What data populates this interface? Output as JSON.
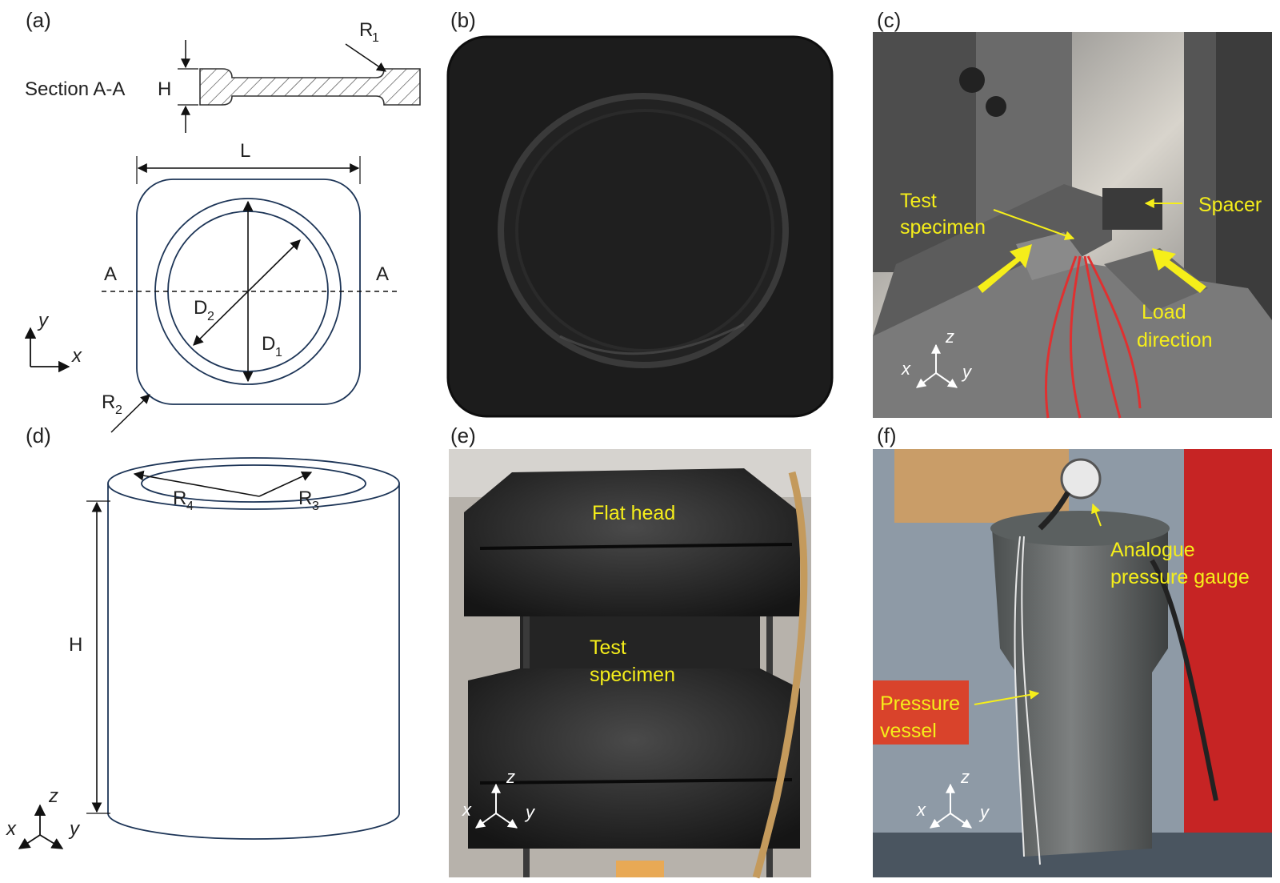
{
  "panels": {
    "a": {
      "tag": "(a)",
      "section_label": "Section A-A",
      "dim_H": "H",
      "R1": "R",
      "R1_sub": "1",
      "L": "L",
      "A_left": "A",
      "A_right": "A",
      "D2": "D",
      "D2_sub": "2",
      "D1": "D",
      "D1_sub": "1",
      "R2": "R",
      "R2_sub": "2",
      "axis_x": "x",
      "axis_y": "y"
    },
    "b": {
      "tag": "(b)"
    },
    "c": {
      "tag": "(c)",
      "test_specimen_1": "Test",
      "test_specimen_2": "specimen",
      "spacer": "Spacer",
      "load_1": "Load",
      "load_2": "direction",
      "axis_x": "x",
      "axis_y": "y",
      "axis_z": "z"
    },
    "d": {
      "tag": "(d)",
      "R4": "R",
      "R4_sub": "4",
      "R3": "R",
      "R3_sub": "3",
      "H": "H",
      "axis_x": "x",
      "axis_y": "y",
      "axis_z": "z"
    },
    "e": {
      "tag": "(e)",
      "flat_head": "Flat head",
      "test_specimen_1": "Test",
      "test_specimen_2": "specimen",
      "axis_x": "x",
      "axis_y": "y",
      "axis_z": "z"
    },
    "f": {
      "tag": "(f)",
      "gauge_1": "Analogue",
      "gauge_2": "pressure gauge",
      "vessel_1": "Pressure",
      "vessel_2": "vessel",
      "axis_x": "x",
      "axis_y": "y",
      "axis_z": "z"
    }
  },
  "colors": {
    "outline": "#1d3557",
    "annotation": "#f5ee1a",
    "photo_dark": "#1c1c1c"
  }
}
